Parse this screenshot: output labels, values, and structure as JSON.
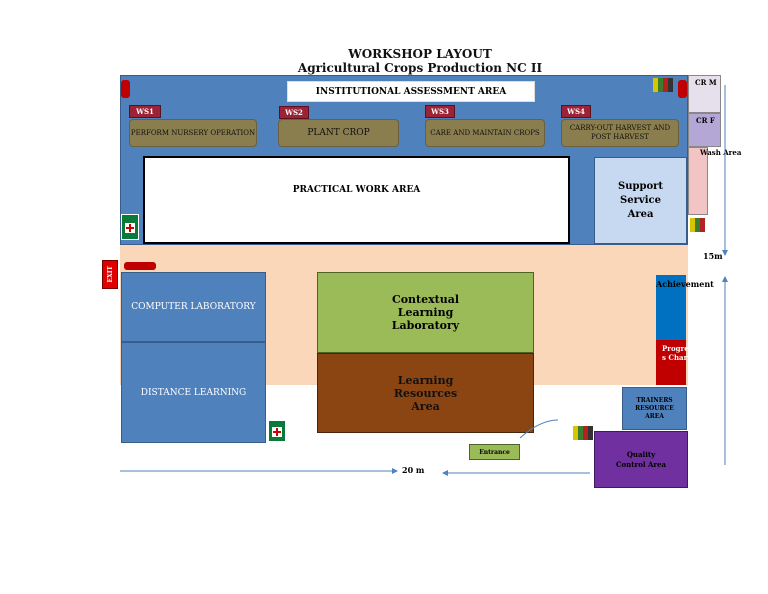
{
  "title": "WORKSHOP LAYOUT",
  "subtitle": "Agricultural Crops Production NC II",
  "areas": {
    "assessment": "INSTITUTIONAL ASSESSMENT AREA",
    "practical": "PRACTICAL WORK AREA",
    "support": "Support Service Area",
    "computer_lab": "COMPUTER LABORATORY",
    "distance": "DISTANCE LEARNING",
    "contextual": "Contextual Learning Laboratory",
    "resources": "Learning Resources Area",
    "trainers": "TRAINERS RESOURCE AREA",
    "qc": "Quality Control Area",
    "entrance": "Entrance",
    "achievement": "Achievement",
    "progress": "Progres s Chart",
    "crm": "CR M",
    "crf": "CR F",
    "wash": "Wash Area",
    "exit": "EXIT",
    "first_aid": "FIRST AID KIT"
  },
  "workstations": [
    {
      "tag": "WS1",
      "label": "PERFORM NURSERY OPERATION"
    },
    {
      "tag": "WS2",
      "label": "PLANT CROP"
    },
    {
      "tag": "WS3",
      "label": "CARE AND MAINTAIN CROPS"
    },
    {
      "tag": "WS4",
      "label": "CARRY-OUT HARVEST AND POST HARVEST"
    }
  ],
  "dimensions": {
    "width": "20 m",
    "depth": "15m"
  },
  "colors": {
    "floor_blue": "#4f81bd",
    "corridor": "#fad7b8",
    "contextual": "#9bbb59",
    "resources": "#8b4513",
    "qc": "#7030a0"
  }
}
